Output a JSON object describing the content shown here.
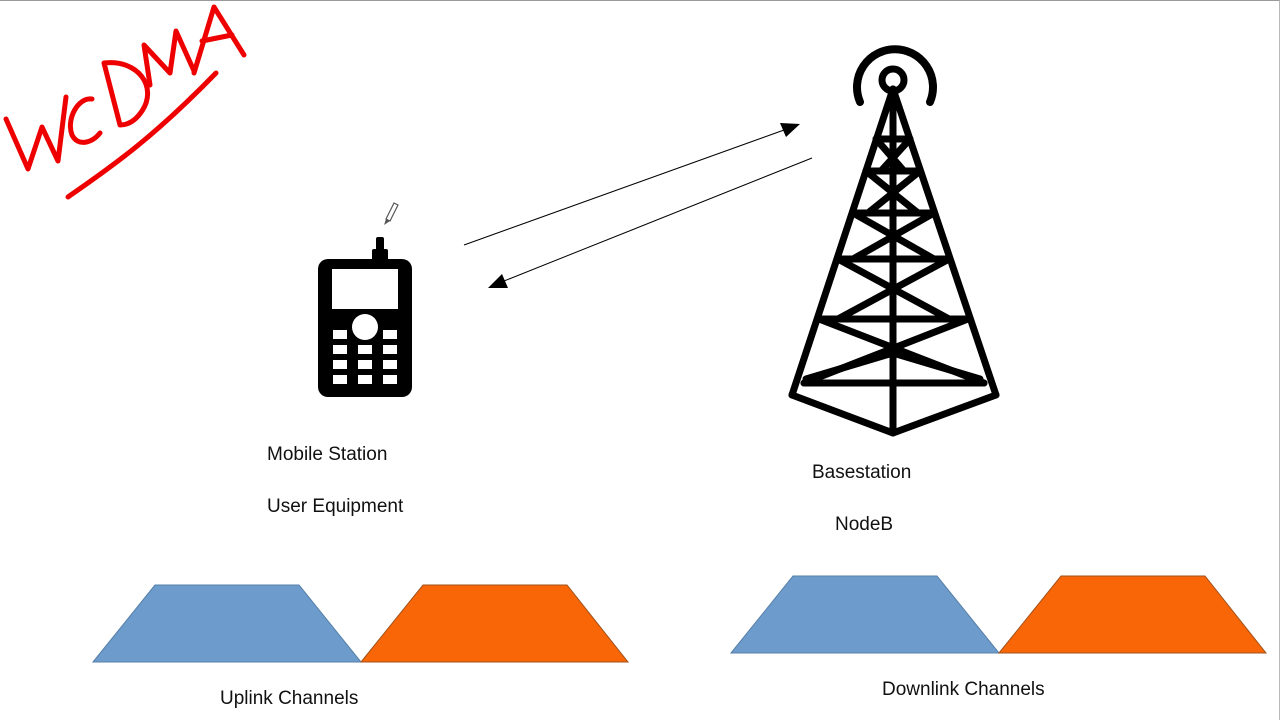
{
  "handwritten_title": "WCDMA",
  "mobile": {
    "label_line1": "Mobile Station",
    "label_line2": "User Equipment"
  },
  "basestation": {
    "label_line1": "Basestation",
    "label_line2": "NodeB"
  },
  "uplink": {
    "label": "Uplink Channels"
  },
  "downlink": {
    "label": "Downlink Channels"
  },
  "colors": {
    "channel_a": "#6d9ccc",
    "channel_b": "#f96608",
    "handwriting": "#ee0000",
    "icon": "#000000"
  },
  "icons": [
    "phone-icon",
    "tower-icon",
    "pen-cursor-icon"
  ]
}
